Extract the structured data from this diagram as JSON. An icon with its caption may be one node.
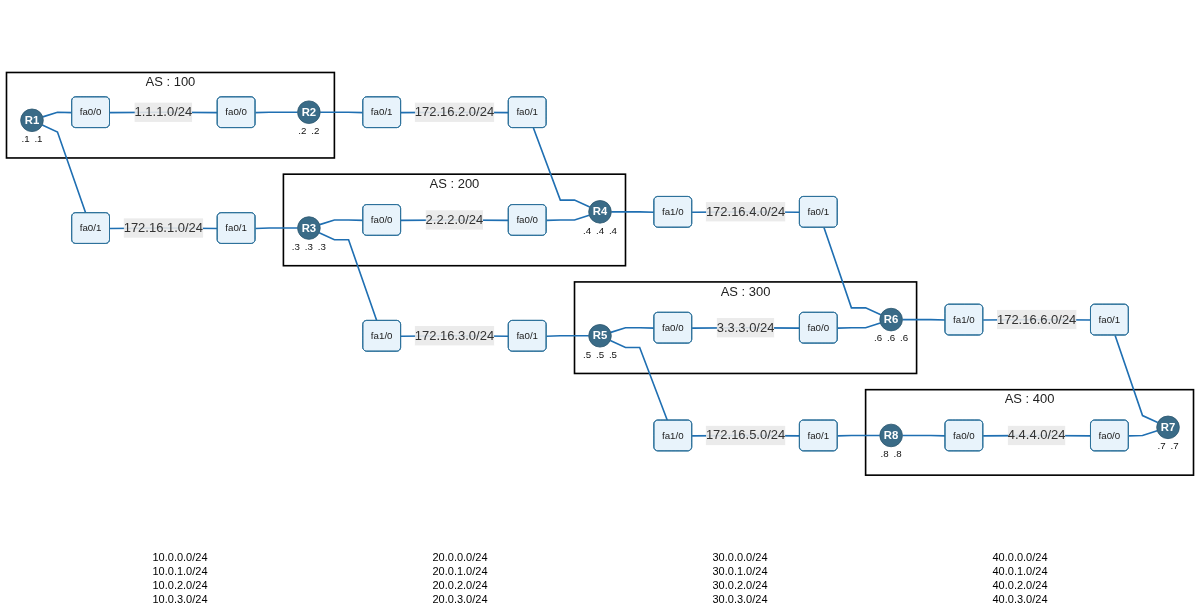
{
  "diagram": {
    "nodes": [
      {
        "text": [
          "AS : 100"
        ]
      },
      {
        "text": [
          "R1"
        ],
        "in": 0,
        "beside": [
          ".1",
          ".1"
        ]
      },
      {
        "text": [
          "fa0/1"
        ]
      },
      {
        "text": [
          "fa0/0"
        ],
        "in": 0
      },
      {
        "text": [
          "fa0/0"
        ],
        "in": 0
      },
      {
        "text": [
          "R2"
        ],
        "in": 0,
        "beside": [
          ".2",
          ".2"
        ]
      },
      {
        "text": [
          "fa0/1"
        ]
      },
      {
        "text": [
          "AS : 200"
        ]
      },
      {
        "text": [
          "fa0/1"
        ]
      },
      {
        "text": [
          "R3"
        ],
        "in": 7,
        "beside": [
          ".3",
          ".3",
          ".3"
        ]
      },
      {
        "text": [
          "fa1/0"
        ]
      },
      {
        "text": [
          "fa0/0"
        ],
        "in": 7
      },
      {
        "text": [
          "fa0/0"
        ],
        "in": 7
      },
      {
        "text": [
          "fa0/1"
        ]
      },
      {
        "text": [
          "R4"
        ],
        "in": 7,
        "beside": [
          ".4",
          ".4",
          ".4"
        ]
      },
      {
        "text": [
          "fa1/0"
        ]
      },
      {
        "text": [
          "AS : 300"
        ]
      },
      {
        "text": [
          "fa0/1"
        ]
      },
      {
        "text": [
          "R5"
        ],
        "in": 16,
        "beside": [
          ".5",
          ".5",
          ".5"
        ]
      },
      {
        "text": [
          "fa1/0"
        ]
      },
      {
        "text": [
          "fa0/0"
        ],
        "in": 16
      },
      {
        "text": [
          "fa0/0"
        ],
        "in": 16
      },
      {
        "text": [
          "fa0/1"
        ]
      },
      {
        "text": [
          "R6"
        ],
        "in": 16,
        "beside": [
          ".6",
          ".6",
          ".6"
        ]
      },
      {
        "text": [
          "fa1/0"
        ]
      },
      {
        "text": [
          "AS : 400"
        ]
      },
      {
        "text": [
          "fa0/1"
        ]
      },
      {
        "text": [
          "R8"
        ],
        "in": 25,
        "beside": [
          ".8",
          ".8"
        ]
      },
      {
        "text": [
          "fa0/0"
        ],
        "in": 25
      },
      {
        "text": [
          "fa0/0"
        ],
        "in": 25
      },
      {
        "text": [
          "fa0/1"
        ]
      },
      {
        "text": [
          "R7"
        ],
        "in": 25,
        "beside": [
          ".7",
          ".7"
        ]
      }
    ],
    "edges": [
      {
        "from": 1,
        "to": 2,
        "arrow": "none"
      },
      {
        "from": 2,
        "to": 8,
        "arrow": "none",
        "label": "172.16.1.0/24"
      },
      {
        "from": 8,
        "to": 9,
        "arrow": "none"
      },
      {
        "from": 1,
        "to": 3,
        "arrow": "none"
      },
      {
        "from": 3,
        "to": 4,
        "arrow": "none",
        "label": "1.1.1.0/24"
      },
      {
        "from": 4,
        "to": 5,
        "arrow": "none"
      },
      {
        "from": 5,
        "to": 6,
        "arrow": "none"
      },
      {
        "from": 6,
        "to": 13,
        "arrow": "none",
        "label": "172.16.2.0/24"
      },
      {
        "from": 13,
        "to": 14,
        "arrow": "none"
      },
      {
        "from": 9,
        "to": 10,
        "arrow": "none"
      },
      {
        "from": 10,
        "to": 17,
        "arrow": "none",
        "label": "172.16.3.0/24"
      },
      {
        "from": 17,
        "to": 18,
        "arrow": "none"
      },
      {
        "from": 9,
        "to": 11,
        "arrow": "none"
      },
      {
        "from": 11,
        "to": 12,
        "arrow": "none",
        "label": "2.2.2.0/24"
      },
      {
        "from": 12,
        "to": 14,
        "arrow": "none"
      },
      {
        "from": 14,
        "to": 15,
        "arrow": "none"
      },
      {
        "from": 15,
        "to": 22,
        "arrow": "none",
        "label": "172.16.4.0/24"
      },
      {
        "from": 22,
        "to": 23,
        "arrow": "none"
      },
      {
        "from": 18,
        "to": 19,
        "arrow": "none"
      },
      {
        "from": 19,
        "to": 26,
        "arrow": "none",
        "label": "172.16.5.0/24"
      },
      {
        "from": 26,
        "to": 27,
        "arrow": "none"
      },
      {
        "from": 18,
        "to": 20,
        "arrow": "none"
      },
      {
        "from": 20,
        "to": 21,
        "arrow": "none",
        "label": "3.3.3.0/24"
      },
      {
        "from": 21,
        "to": 23,
        "arrow": "none"
      },
      {
        "from": 23,
        "to": 24,
        "arrow": "none"
      },
      {
        "from": 24,
        "to": 30,
        "arrow": "none",
        "label": "172.16.6.0/24"
      },
      {
        "from": 30,
        "to": 31,
        "arrow": "none"
      },
      {
        "from": 27,
        "to": 28,
        "arrow": "none"
      },
      {
        "from": 28,
        "to": 29,
        "arrow": "none",
        "label": "4.4.4.0/24"
      },
      {
        "from": 29,
        "to": 31,
        "arrow": "none"
      }
    ],
    "labels": [
      "10.0.0.0/24",
      "10.0.1.0/24",
      "10.0.2.0/24",
      "10.0.3.0/24",
      "20.0.0.0/24",
      "20.0.1.0/24",
      "20.0.2.0/24",
      "20.0.3.0/24",
      "30.0.0.0/24",
      "30.0.1.0/24",
      "30.0.2.0/24",
      "30.0.3.0/24",
      "40.0.0.0/24",
      "40.0.1.0/24",
      "40.0.2.0/24",
      "40.0.3.0/24"
    ]
  }
}
